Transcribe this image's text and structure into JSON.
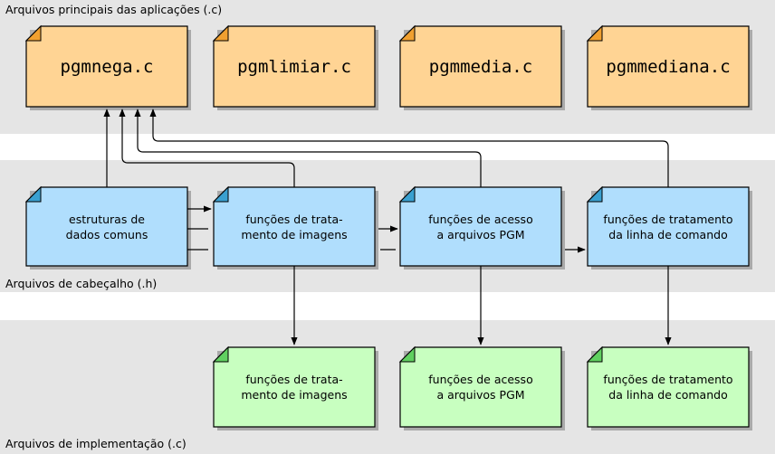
{
  "bands": {
    "main": "Arquivos principais das aplicações (.c)",
    "headers": "Arquivos de cabeçalho (.h)",
    "impl": "Arquivos de implementação (.c)"
  },
  "main_files": [
    "pgmnega.c",
    "pgmlimiar.c",
    "pgmmedia.c",
    "pgmmediana.c"
  ],
  "header_files": [
    [
      "estruturas de",
      "dados comuns"
    ],
    [
      "funções de trata-",
      "mento de imagens"
    ],
    [
      "funções de acesso",
      "a arquivos PGM"
    ],
    [
      "funções de tratamento",
      "da linha de comando"
    ]
  ],
  "impl_files": [
    [
      "funções de trata-",
      "mento de imagens"
    ],
    [
      "funções de acesso",
      "a arquivos PGM"
    ],
    [
      "funções de tratamento",
      "da linha de comando"
    ]
  ],
  "colors": {
    "main_fill": "#ffd494",
    "header_fill": "#b0defd",
    "impl_fill": "#c8ffc0",
    "band": "#e5e5e5"
  }
}
